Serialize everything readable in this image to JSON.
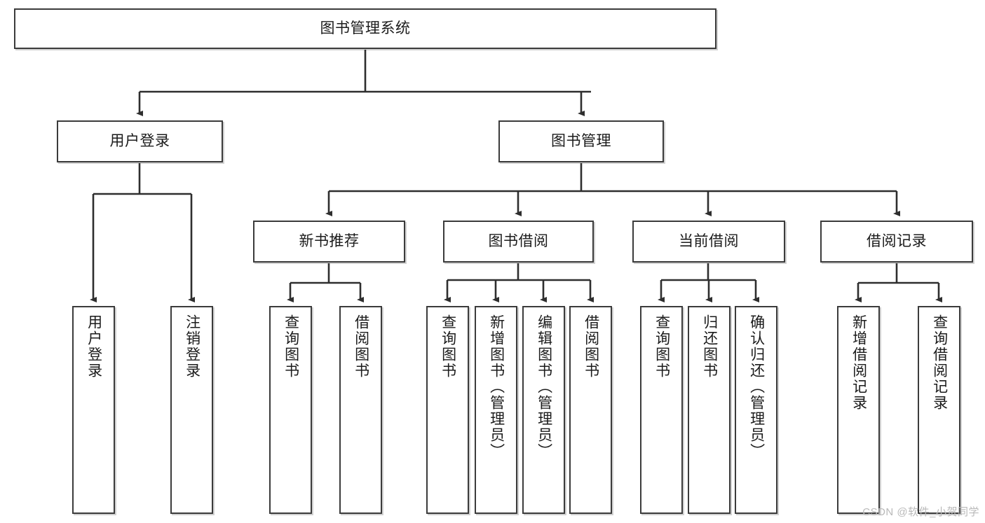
{
  "diagram": {
    "title": "图书管理系统",
    "watermark": "CSDN @软件_小贺同学",
    "colors": {
      "stroke": "#3b3b3b",
      "text": "#1b1b1b",
      "background": "#ffffff",
      "watermark": "#b9b9b9"
    },
    "root": {
      "label": "图书管理系统"
    },
    "level2": [
      {
        "label": "用户登录"
      },
      {
        "label": "图书管理"
      }
    ],
    "level3": [
      {
        "label": "新书推荐"
      },
      {
        "label": "图书借阅"
      },
      {
        "label": "当前借阅"
      },
      {
        "label": "借阅记录"
      }
    ],
    "leaves": {
      "user_login": [
        {
          "label": "用户登录"
        },
        {
          "label": "注销登录"
        }
      ],
      "new_book": [
        {
          "label": "查询图书"
        },
        {
          "label": "借阅图书"
        }
      ],
      "book_borrow": [
        {
          "label": "查询图书"
        },
        {
          "label": "新增图书（管理员）"
        },
        {
          "label": "编辑图书（管理员）"
        },
        {
          "label": "借阅图书"
        }
      ],
      "current_borrow": [
        {
          "label": "查询图书"
        },
        {
          "label": "归还图书"
        },
        {
          "label": "确认归还（管理员）"
        }
      ],
      "borrow_record": [
        {
          "label": "新增借阅记录"
        },
        {
          "label": "查询借阅记录"
        }
      ]
    }
  }
}
